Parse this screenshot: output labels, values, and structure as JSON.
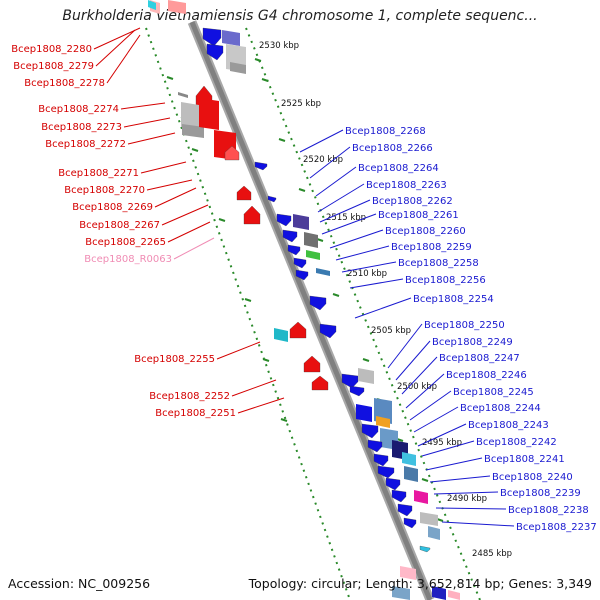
{
  "title": "Burkholderia vietnamiensis G4 chromosome 1, complete sequenc...",
  "footer": {
    "accession_label": "Accession: NC_009256",
    "summary": "Topology: circular; Length: 3,652,814 bp; Genes: 3,349"
  },
  "colors": {
    "left_label": "#d40000",
    "left_rna_label": "#f08cb4",
    "right_label": "#1a1ad0",
    "backbone": "#808080",
    "tick_dots": "#2a8a2a",
    "red_gene": "#e81010",
    "blue_gene": "#1010e0"
  },
  "scale_labels": [
    "2530 kbp",
    "2525 kbp",
    "2520 kbp",
    "2515 kbp",
    "2510 kbp",
    "2505 kbp",
    "2500 kbp",
    "2495 kbp",
    "2490 kbp",
    "2485 kbp"
  ],
  "left_labels": [
    {
      "text": "Bcep1808_2280",
      "kind": "gene"
    },
    {
      "text": "Bcep1808_2279",
      "kind": "gene"
    },
    {
      "text": "Bcep1808_2278",
      "kind": "gene"
    },
    {
      "text": "Bcep1808_2274",
      "kind": "gene"
    },
    {
      "text": "Bcep1808_2273",
      "kind": "gene"
    },
    {
      "text": "Bcep1808_2272",
      "kind": "gene"
    },
    {
      "text": "Bcep1808_2271",
      "kind": "gene"
    },
    {
      "text": "Bcep1808_2270",
      "kind": "gene"
    },
    {
      "text": "Bcep1808_2269",
      "kind": "gene"
    },
    {
      "text": "Bcep1808_2267",
      "kind": "gene"
    },
    {
      "text": "Bcep1808_2265",
      "kind": "gene"
    },
    {
      "text": "Bcep1808_R0063",
      "kind": "rna"
    },
    {
      "text": "Bcep1808_2255",
      "kind": "gene"
    },
    {
      "text": "Bcep1808_2252",
      "kind": "gene"
    },
    {
      "text": "Bcep1808_2251",
      "kind": "gene"
    }
  ],
  "right_labels": [
    "Bcep1808_2268",
    "Bcep1808_2266",
    "Bcep1808_2264",
    "Bcep1808_2263",
    "Bcep1808_2262",
    "Bcep1808_2261",
    "Bcep1808_2260",
    "Bcep1808_2259",
    "Bcep1808_2258",
    "Bcep1808_2256",
    "Bcep1808_2254",
    "Bcep1808_2250",
    "Bcep1808_2249",
    "Bcep1808_2247",
    "Bcep1808_2246",
    "Bcep1808_2245",
    "Bcep1808_2244",
    "Bcep1808_2243",
    "Bcep1808_2242",
    "Bcep1808_2241",
    "Bcep1808_2240",
    "Bcep1808_2239",
    "Bcep1808_2238",
    "Bcep1808_2237"
  ]
}
